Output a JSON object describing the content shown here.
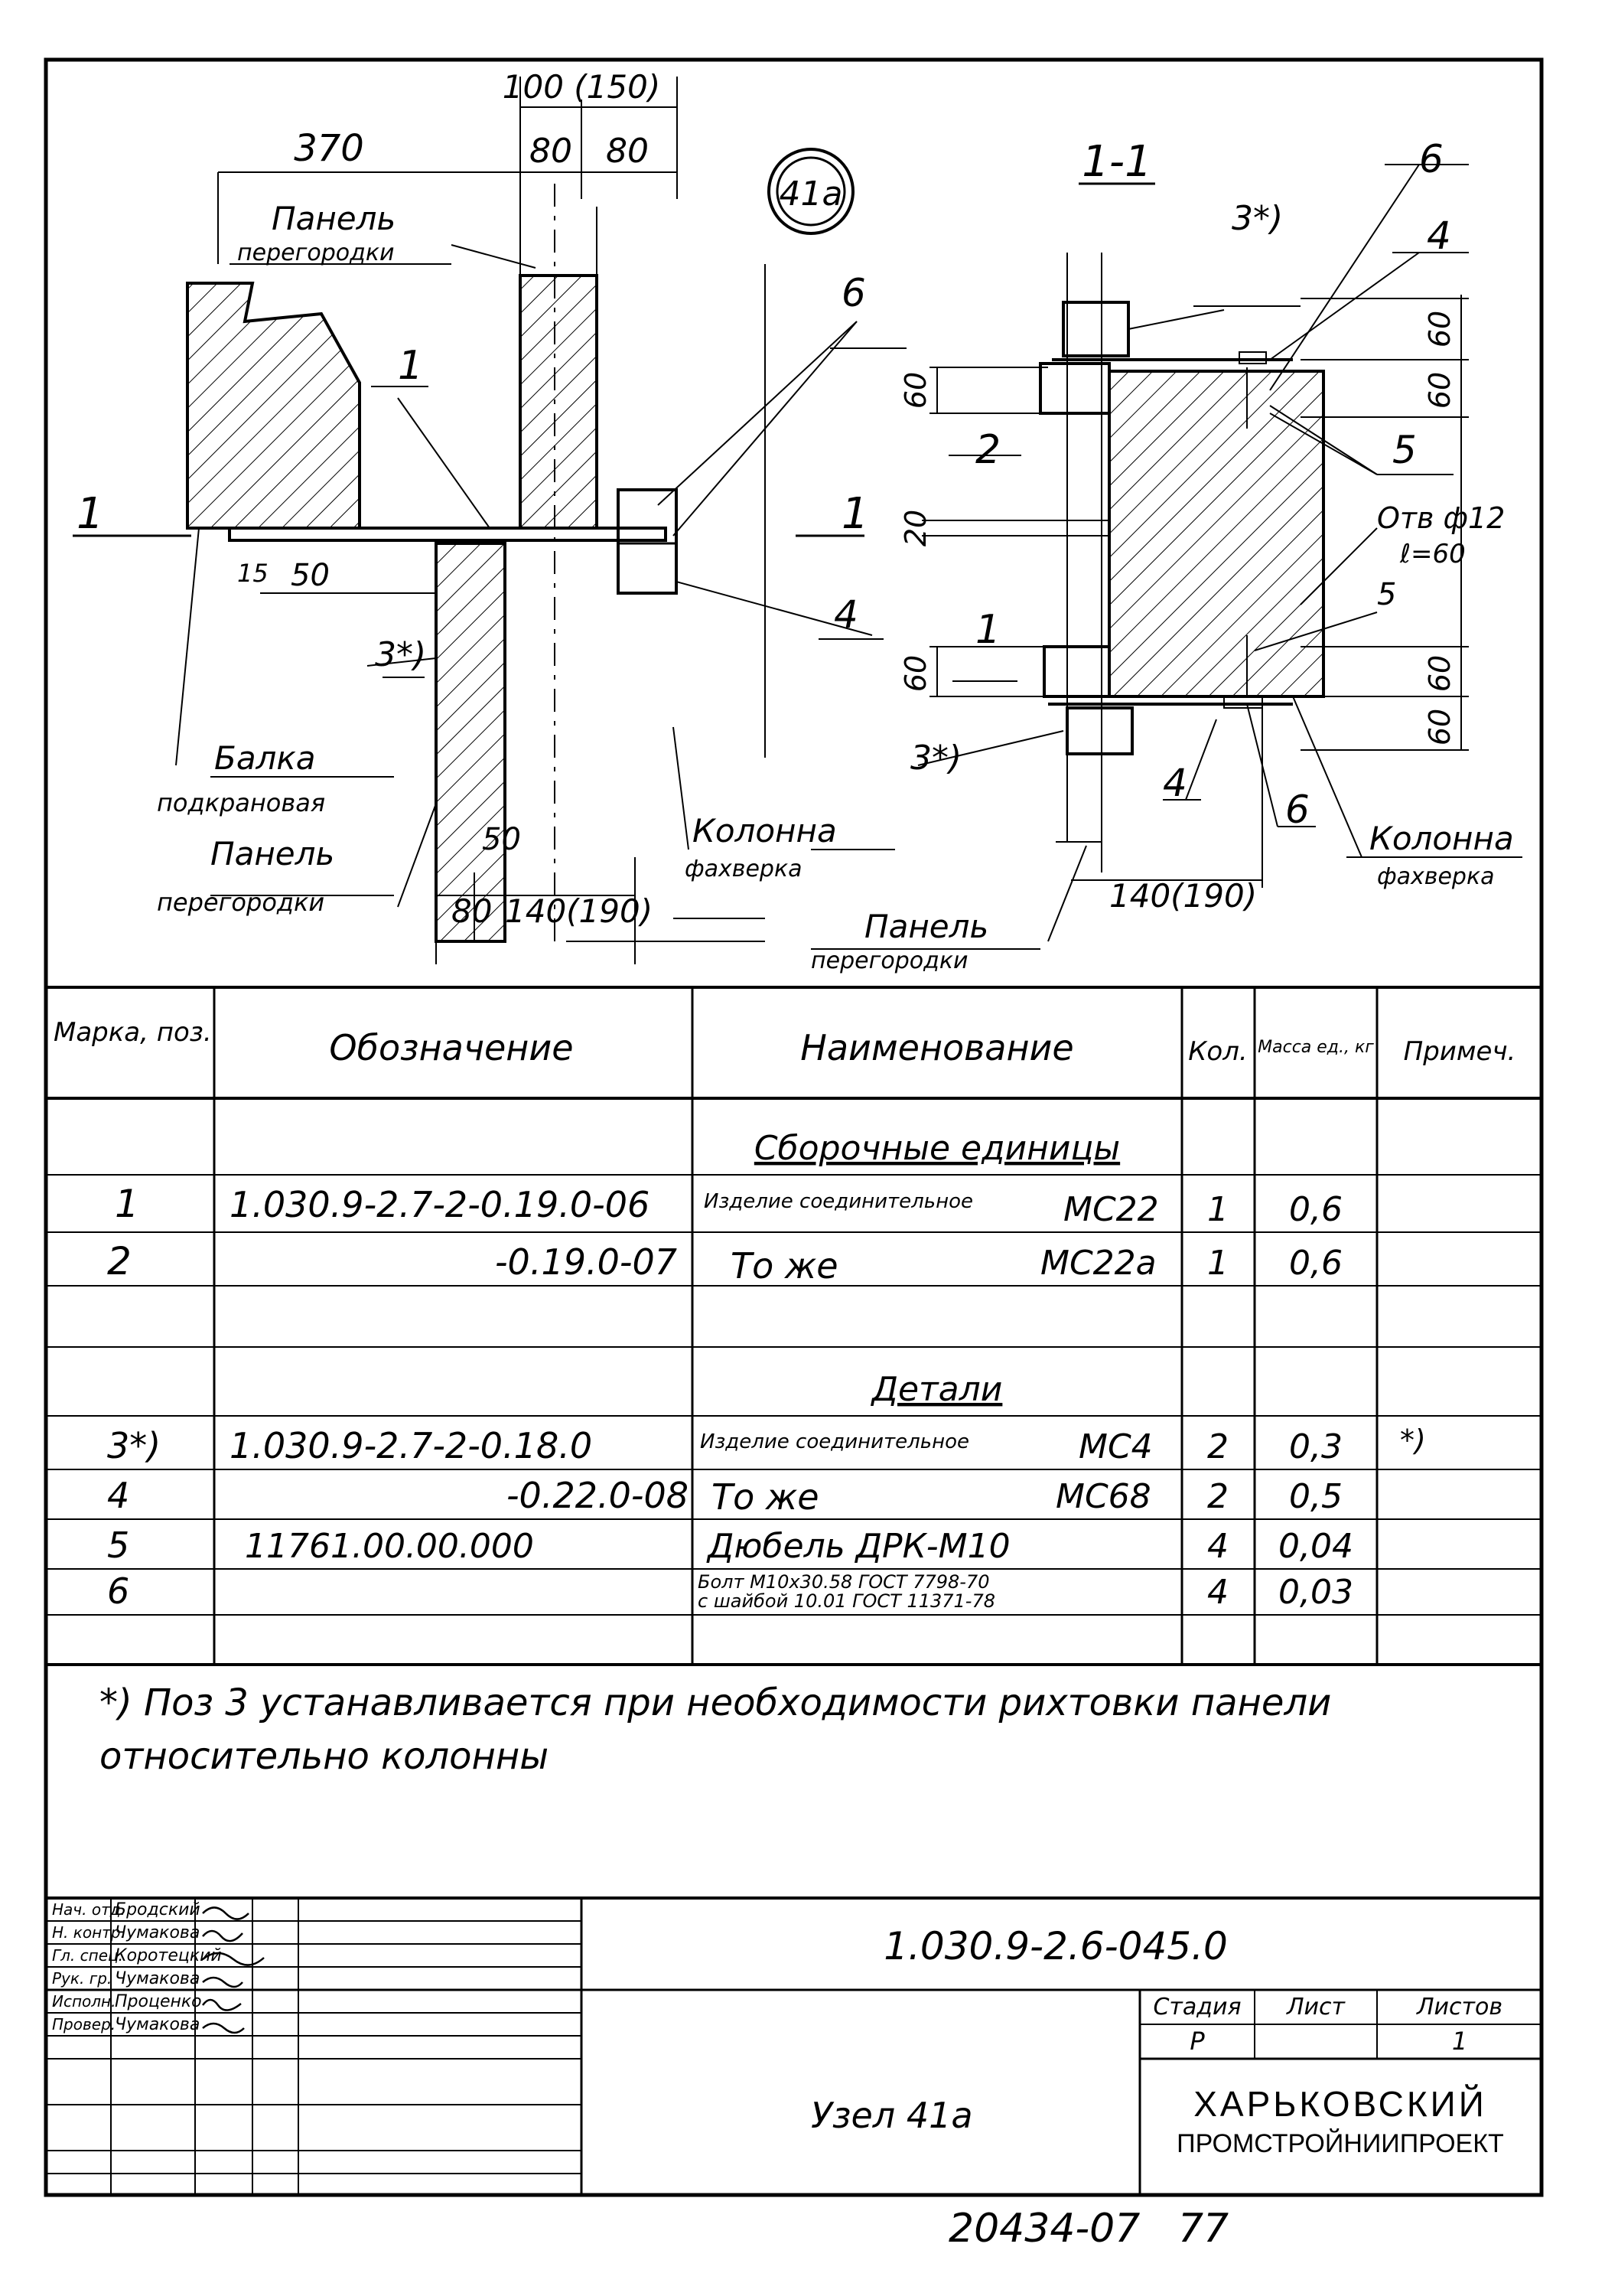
{
  "node_badge": "41а",
  "drawing_left": {
    "dims": {
      "d370": "370",
      "d100_150": "100 (150)",
      "d80a": "80",
      "d80b": "80",
      "d15": "15",
      "d50a": "50",
      "d50b": "50",
      "d80c": "80",
      "d140_190": "140(190)"
    },
    "labels": {
      "panel_top_1": "Панель",
      "panel_top_2": "перегородки",
      "pos1": "1",
      "pos6": "6",
      "pos4": "4",
      "pos3": "3*)",
      "section_mark": "1",
      "beam_1": "Балка",
      "beam_2": "подкрановая",
      "panel_bot_1": "Панель",
      "panel_bot_2": "перегородки",
      "column_1": "Колонна",
      "column_2": "фахверка"
    }
  },
  "drawing_right": {
    "section_title": "1-1",
    "dims": {
      "d60a": "60",
      "d20": "20",
      "d60b": "60",
      "d60c": "60",
      "d60d": "60",
      "d60e": "60",
      "d60f": "60",
      "d140_190": "140(190)"
    },
    "labels": {
      "pos3_top": "3*)",
      "pos6_top": "6",
      "pos4_top": "4",
      "pos5_top": "5",
      "pos2": "2",
      "pos1": "1",
      "hole_1": "Отв ф12",
      "hole_2": "ℓ=60",
      "pos5_bot": "5",
      "pos3_bot": "3*)",
      "pos4_bot": "4",
      "pos6_bot": "6",
      "column_1": "Колонна",
      "column_2": "фахверка",
      "panel_1": "Панель",
      "panel_2": "перегородки"
    }
  },
  "spec_table": {
    "headers": {
      "mark": "Марка, поз.",
      "designation": "Обозначение",
      "name": "Наименование",
      "qty": "Кол.",
      "mass": "Масса ед., кг",
      "note": "Примеч."
    },
    "section_assembly": "Сборочные единицы",
    "section_details": "Детали",
    "rows": [
      {
        "pos": "1",
        "designation": "1.030.9-2.7-2-0.19.0-06",
        "name_small": "Изделие соединительное",
        "name": "МС22",
        "qty": "1",
        "mass": "0,6",
        "note": ""
      },
      {
        "pos": "2",
        "designation": "-0.19.0-07",
        "name_small": "То же",
        "name": "МС22а",
        "qty": "1",
        "mass": "0,6",
        "note": ""
      },
      {
        "pos": "3*)",
        "designation": "1.030.9-2.7-2-0.18.0",
        "name_small": "Изделие соединительное",
        "name": "МС4",
        "qty": "2",
        "mass": "0,3",
        "note": "*)"
      },
      {
        "pos": "4",
        "designation": "-0.22.0-08",
        "name_small": "То же",
        "name": "МС68",
        "qty": "2",
        "mass": "0,5",
        "note": ""
      },
      {
        "pos": "5",
        "designation": "11761.00.00.000",
        "name_small": "",
        "name": "Дюбель ДРК-М10",
        "qty": "4",
        "mass": "0,04",
        "note": ""
      },
      {
        "pos": "6",
        "designation": "",
        "name_small": "Болт М10х30.58 ГОСТ 7798-70",
        "name": "с шайбой 10.01 ГОСТ 11371-78",
        "qty": "4",
        "mass": "0,03",
        "note": ""
      }
    ]
  },
  "footnote": "*) Поз 3 устанавливается при необходимости рихтовки панели относительно колонны",
  "title_block": {
    "doc_number": "1.030.9-2.6-045.0",
    "title": "Узел 41а",
    "stage_label": "Стадия",
    "sheet_label": "Лист",
    "sheets_label": "Листов",
    "stage": "Р",
    "sheet": "",
    "sheets": "1",
    "org_1": "ХАРЬКОВСКИЙ",
    "org_2": "ПРОМСТРОЙНИИПРОЕКТ",
    "signatures": [
      {
        "role": "Нач. отд.",
        "name": "Бродский"
      },
      {
        "role": "Н. контр.",
        "name": "Чумакова"
      },
      {
        "role": "Гл. спец.",
        "name": "Коротецкий"
      },
      {
        "role": "Рук. гр.",
        "name": "Чумакова"
      },
      {
        "role": "Исполн.",
        "name": "Проценко"
      },
      {
        "role": "Провер.",
        "name": "Чумакова"
      }
    ]
  },
  "bottom_number": "20434-07   77"
}
